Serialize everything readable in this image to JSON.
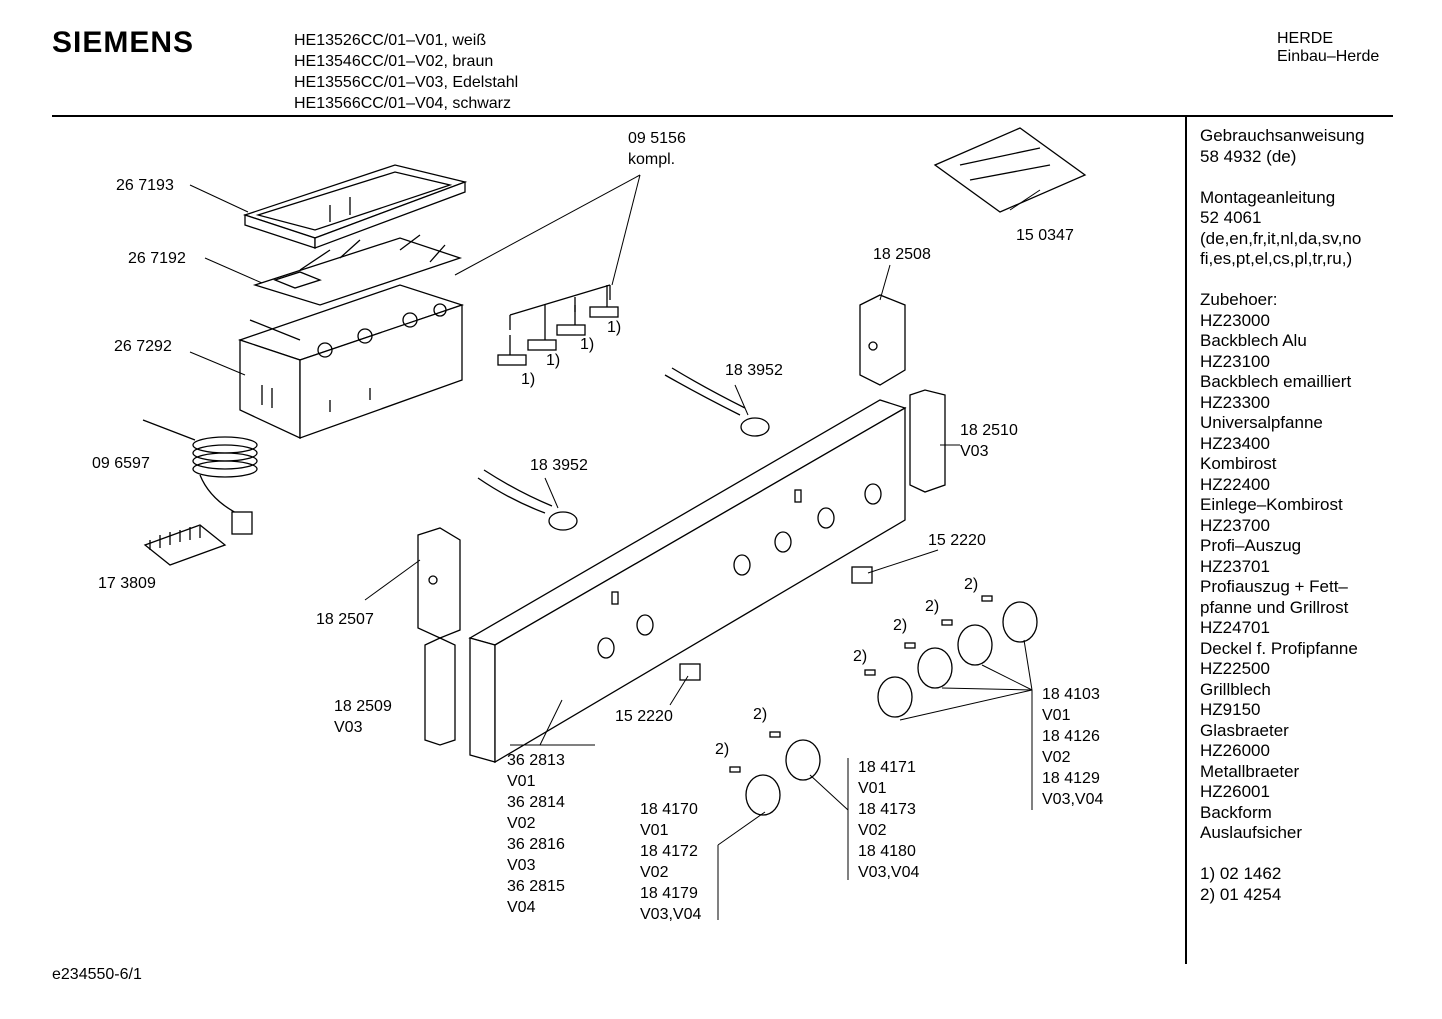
{
  "brand": "SIEMENS",
  "models": [
    "HE13526CC/01–V01, weiß",
    "HE13546CC/01–V02, braun",
    "HE13556CC/01–V03, Edelstahl",
    "HE13566CC/01–V04, schwarz"
  ],
  "category": [
    "HERDE",
    "Einbau–Herde"
  ],
  "sidebar": {
    "manuals": [
      "Gebrauchsanweisung",
      "58 4932 (de)",
      "",
      "Montageanleitung",
      "52 4061",
      "(de,en,fr,it,nl,da,sv,no",
      "fi,es,pt,el,cs,pl,tr,ru,)"
    ],
    "accessories_title": "Zubehoer:",
    "accessories": [
      "HZ23000",
      "Backblech Alu",
      "HZ23100",
      "Backblech emailliert",
      "HZ23300",
      "Universalpfanne",
      "HZ23400",
      "Kombirost",
      "HZ22400",
      "Einlege–Kombirost",
      "HZ23700",
      "Profi–Auszug",
      "HZ23701",
      "Profiauszug + Fett–",
      "pfanne und Grillrost",
      "HZ24701",
      "Deckel f. Profipfanne",
      "HZ22500",
      "Grillblech",
      "HZ9150",
      "Glasbraeter",
      "HZ26000",
      "Metallbraeter",
      "HZ26001",
      "Backform",
      "Auslaufsicher"
    ],
    "footnotes": [
      "1) 02 1462",
      "2) 01 4254"
    ]
  },
  "parts": {
    "p267193": "26 7193",
    "p267192": "26 7192",
    "p267292": "26 7292",
    "p096597": "09 6597",
    "p173809": "17 3809",
    "p095156": [
      "09 5156",
      "kompl."
    ],
    "p150347": "15 0347",
    "p182508": "18 2508",
    "p183952a": "18 3952",
    "p183952b": "18 3952",
    "p182510": [
      "18 2510",
      "V03"
    ],
    "p152220a": "15 2220",
    "p152220b": "15 2220",
    "p182507": "18 2507",
    "p182509": [
      "18 2509",
      "V03"
    ],
    "p362813": [
      "36 2813",
      "V01",
      "36 2814",
      "V02",
      "36 2816",
      "V03",
      "36 2815",
      "V04"
    ],
    "p184170": [
      "18 4170",
      "V01",
      "18 4172",
      "V02",
      "18 4179",
      "V03,V04"
    ],
    "p184171": [
      "18 4171",
      "V01",
      "18 4173",
      "V02",
      "18 4180",
      "V03,V04"
    ],
    "p184103": [
      "18 4103",
      "V01",
      "18 4126",
      "V02",
      "18 4129",
      "V03,V04"
    ],
    "note1": "1)",
    "note2": "2)"
  },
  "footer": "e234550-6/1"
}
